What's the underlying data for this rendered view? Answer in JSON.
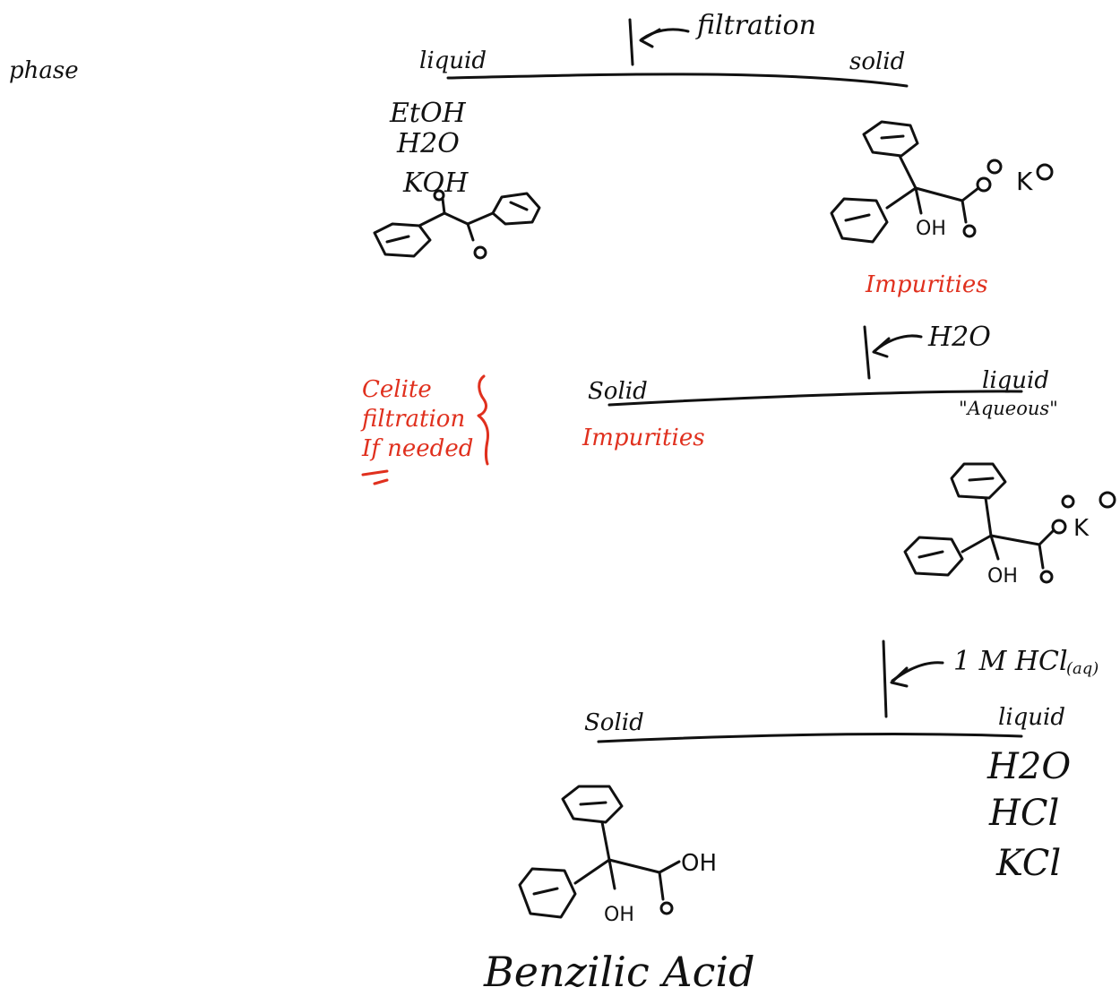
{
  "left_note": "phase",
  "stage1": {
    "arrow_label": "filtration",
    "left_phase": "liquid",
    "right_phase": "solid",
    "left_contents": [
      "EtOH",
      "H2O",
      "KOH"
    ],
    "left_structure": "benzil",
    "right_structure": "potassium benzilate",
    "right_note": "Impurities"
  },
  "stage2": {
    "arrow_label": "H2O",
    "left_phase": "Solid",
    "right_phase": "liquid",
    "right_subtitle": "\"Aqueous\"",
    "left_note": "Impurities",
    "right_structure": "potassium benzilate"
  },
  "side_note": {
    "lines": [
      "Celite",
      "filtration",
      "If needed"
    ],
    "color": "#e0301e"
  },
  "stage3": {
    "arrow_label": "1 M HCl",
    "arrow_label_sub": "(aq)",
    "left_phase": "Solid",
    "right_phase": "liquid",
    "right_contents": [
      "H2O",
      "HCl",
      "KCl"
    ],
    "left_structure": "benzilic acid"
  },
  "product_label": "Benzilic Acid",
  "ink_color": "#111111"
}
